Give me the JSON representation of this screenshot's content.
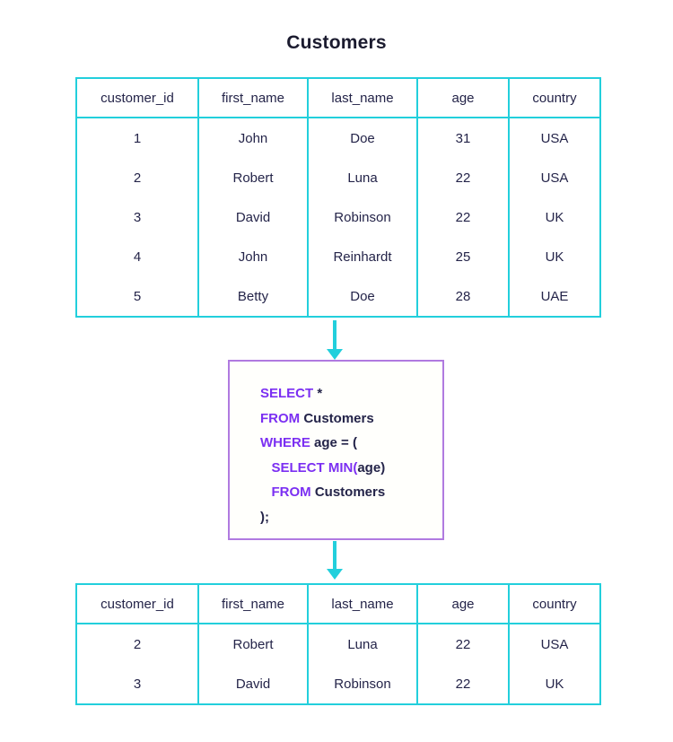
{
  "title": "Customers",
  "colors": {
    "table_border": "#22cfdc",
    "query_border": "#b07ae0",
    "keyword": "#7b2ff2",
    "text": "#242449",
    "arrow": "#22cfdc",
    "background": "#ffffff"
  },
  "source_table": {
    "name": "Customers",
    "columns": [
      "customer_id",
      "first_name",
      "last_name",
      "age",
      "country"
    ],
    "rows": [
      [
        "1",
        "John",
        "Doe",
        "31",
        "USA"
      ],
      [
        "2",
        "Robert",
        "Luna",
        "22",
        "USA"
      ],
      [
        "3",
        "David",
        "Robinson",
        "22",
        "UK"
      ],
      [
        "4",
        "John",
        "Reinhardt",
        "25",
        "UK"
      ],
      [
        "5",
        "Betty",
        "Doe",
        "28",
        "UAE"
      ]
    ]
  },
  "query": {
    "lines": [
      [
        {
          "t": "SELECT",
          "k": true
        },
        {
          "t": " *",
          "k": false
        }
      ],
      [
        {
          "t": "FROM",
          "k": true
        },
        {
          "t": " Customers",
          "k": false
        }
      ],
      [
        {
          "t": "WHERE",
          "k": true
        },
        {
          "t": " age = (",
          "k": false
        }
      ],
      [
        {
          "t": "   SELECT MIN(",
          "k": true
        },
        {
          "t": "age)",
          "k": false
        }
      ],
      [
        {
          "t": "   FROM",
          "k": true
        },
        {
          "t": " Customers",
          "k": false
        }
      ],
      [
        {
          "t": ");",
          "k": false
        }
      ]
    ],
    "plain": "SELECT *\nFROM Customers\nWHERE age = (\n   SELECT MIN(age)\n   FROM Customers\n);"
  },
  "result_table": {
    "columns": [
      "customer_id",
      "first_name",
      "last_name",
      "age",
      "country"
    ],
    "rows": [
      [
        "2",
        "Robert",
        "Luna",
        "22",
        "USA"
      ],
      [
        "3",
        "David",
        "Robinson",
        "22",
        "UK"
      ]
    ]
  }
}
